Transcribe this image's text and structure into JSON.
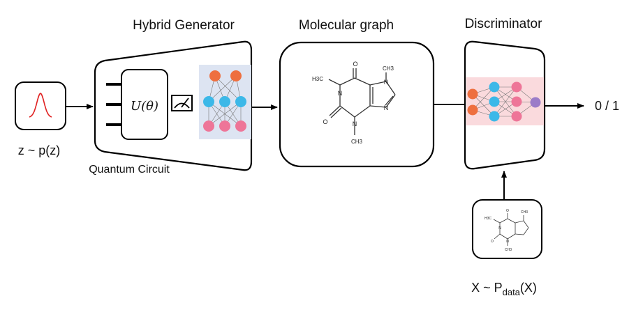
{
  "labels": {
    "hybrid_generator": "Hybrid Generator",
    "molecular_graph": "Molecular graph",
    "discriminator": "Discriminator",
    "noise": "z ~ p(z)",
    "quantum_circuit": "Quantum Circuit",
    "unitary": "U(θ)",
    "output": "0 / 1",
    "real_data_prefix": "X ~ P",
    "real_data_sub": "data",
    "real_data_suffix": "(X)"
  },
  "molecule": {
    "h3c": "H3C",
    "ch3_top": "CH3",
    "ch3_bottom": "CH3",
    "o": "O",
    "n": "N"
  },
  "colors": {
    "node_orange": "#ee6f3f",
    "node_blue": "#3cb8e8",
    "node_pink": "#ee7598",
    "node_purple": "#9b7cc8",
    "nn_bg_generator": "#dde4f2",
    "nn_bg_discriminator": "#fadadd",
    "gaussian_curve": "#e02020"
  }
}
